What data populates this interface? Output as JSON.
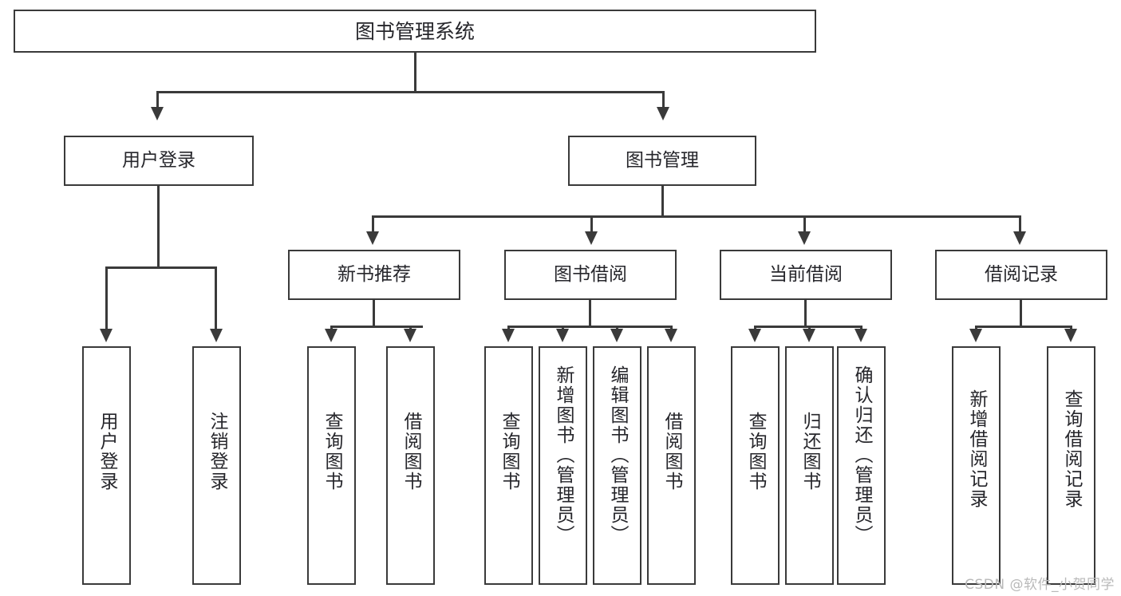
{
  "diagram": {
    "type": "tree-hierarchy-chart",
    "title": "图书管理系统",
    "colors": {
      "background": "#ffffff",
      "box_border": "#3a3a3a",
      "box_fill": "#ffffff",
      "text": "#26262b",
      "connector": "#3a3a3a",
      "watermark": "#b9b9b9"
    },
    "root": {
      "label": "图书管理系统"
    },
    "level2": [
      {
        "label": "用户登录"
      },
      {
        "label": "图书管理"
      }
    ],
    "level3": [
      {
        "label": "新书推荐"
      },
      {
        "label": "图书借阅"
      },
      {
        "label": "当前借阅"
      },
      {
        "label": "借阅记录"
      }
    ],
    "leaves": {
      "user_login": [
        {
          "label": "用户登录"
        },
        {
          "label": "注销登录"
        }
      ],
      "new_book_recommend": [
        {
          "label": "查询图书"
        },
        {
          "label": "借阅图书"
        }
      ],
      "book_borrow": [
        {
          "label": "查询图书"
        },
        {
          "label": "新增图书（管理员）"
        },
        {
          "label": "编辑图书（管理员）"
        },
        {
          "label": "借阅图书"
        }
      ],
      "current_borrow": [
        {
          "label": "查询图书"
        },
        {
          "label": "归还图书"
        },
        {
          "label": "确认归还（管理员）"
        }
      ],
      "borrow_record": [
        {
          "label": "新增借阅记录"
        },
        {
          "label": "查询借阅记录"
        }
      ]
    }
  },
  "watermark": {
    "text": "CSDN @软件_小贺同学"
  }
}
